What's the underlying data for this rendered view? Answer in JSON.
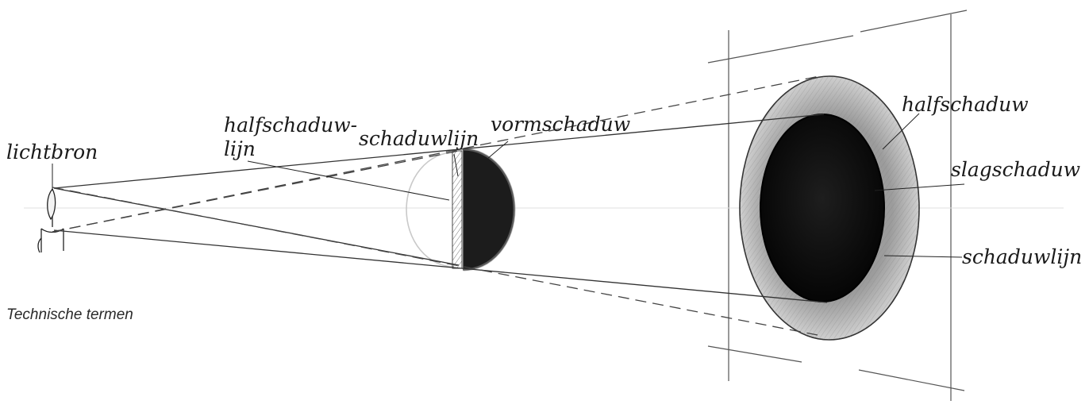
{
  "diagram": {
    "labels": {
      "light_source": "lichtbron",
      "penumbra_line": "halfschaduw-",
      "penumbra_line_cont": "lijn",
      "shadow_line_object": "schaduwlijn",
      "form_shadow": "vormschaduw",
      "penumbra": "halfschaduw",
      "cast_shadow": "slagschaduw",
      "shadow_line_cast": "schaduwlijn"
    },
    "caption": "Technische termen",
    "colors": {
      "pencil": "#2b2b2b",
      "light_pencil": "#bdbdbd",
      "penumbra_fill": "#b8b8b8",
      "umbra_fill": "#111111"
    }
  }
}
